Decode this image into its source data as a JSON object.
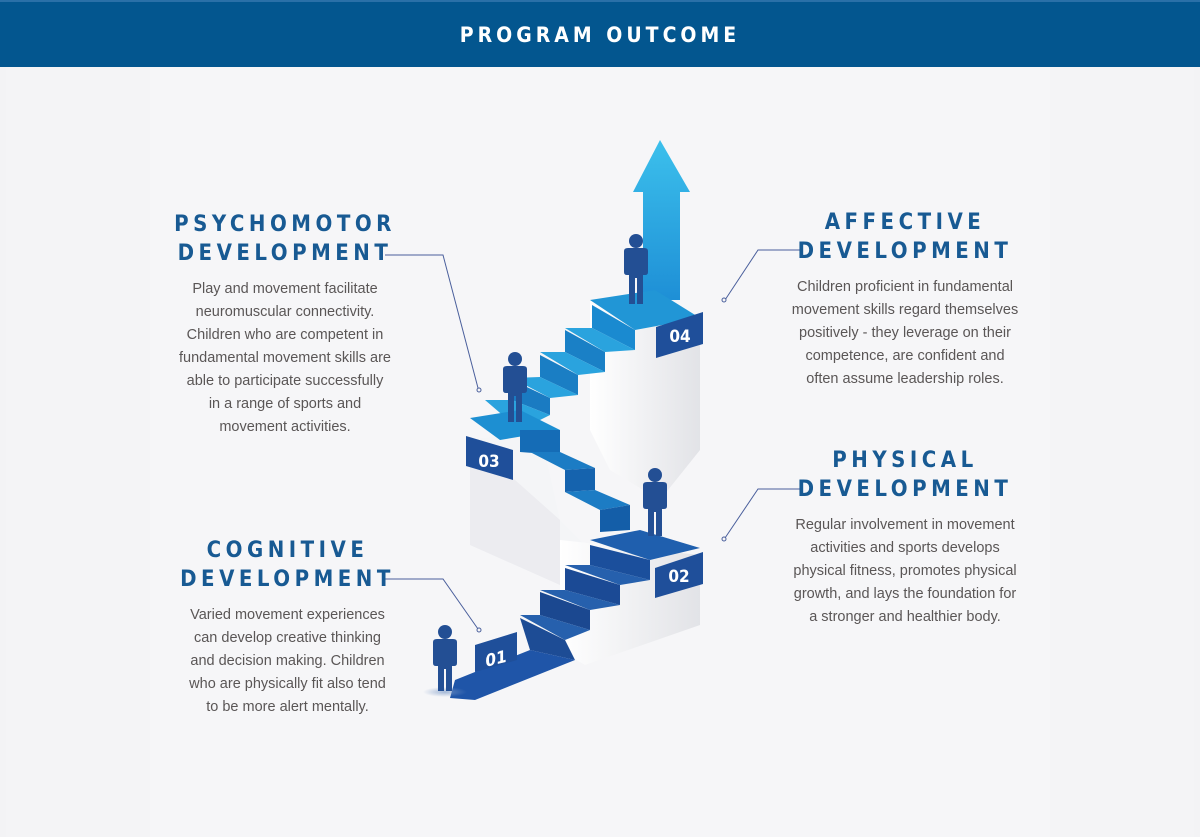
{
  "header": {
    "title": "PROGRAM OUTCOME"
  },
  "colors": {
    "header_bg": "#03568f",
    "title_blue": "#185a93",
    "body_text": "#5a5656",
    "step_dark": "#1f4f9a",
    "step_mid": "#1679c4",
    "step_light": "#2aa3de",
    "arrow": "#33b6e8",
    "figure": "#234f94"
  },
  "sections": [
    {
      "id": "psychomotor",
      "title_line1": "PSYCHOMOTOR",
      "title_line2": "DEVELOPMENT",
      "body": "Play and movement facilitate neuromuscular connectivity. Children who are competent in fundamental movement skills are able to participate successfully in a range of sports and movement activities.",
      "lines": [
        "Play and movement facilitate",
        "neuromuscular connectivity.",
        "Children who are competent in",
        "fundamental movement skills are",
        "able to participate successfully",
        "in a range of sports and",
        "movement activities."
      ]
    },
    {
      "id": "affective",
      "title_line1": "AFFECTIVE",
      "title_line2": "DEVELOPMENT",
      "lines": [
        "Children proficient in fundamental",
        "movement skills regard themselves",
        "positively - they leverage on their",
        "competence, are confident and",
        "often assume leadership roles."
      ]
    },
    {
      "id": "physical",
      "title_line1": "PHYSICAL",
      "title_line2": "DEVELOPMENT",
      "lines": [
        "Regular involvement in movement",
        "activities and sports develops",
        "physical fitness, promotes physical",
        "growth, and lays the foundation for",
        "a stronger and healthier body."
      ]
    },
    {
      "id": "cognitive",
      "title_line1": "COGNITIVE",
      "title_line2": "DEVELOPMENT",
      "lines": [
        "Varied movement experiences",
        "can develop creative thinking",
        "and decision making. Children",
        "who are physically fit also tend",
        "to be more alert mentally."
      ]
    }
  ],
  "steps": [
    {
      "label": "01"
    },
    {
      "label": "02"
    },
    {
      "label": "03"
    },
    {
      "label": "04"
    }
  ]
}
